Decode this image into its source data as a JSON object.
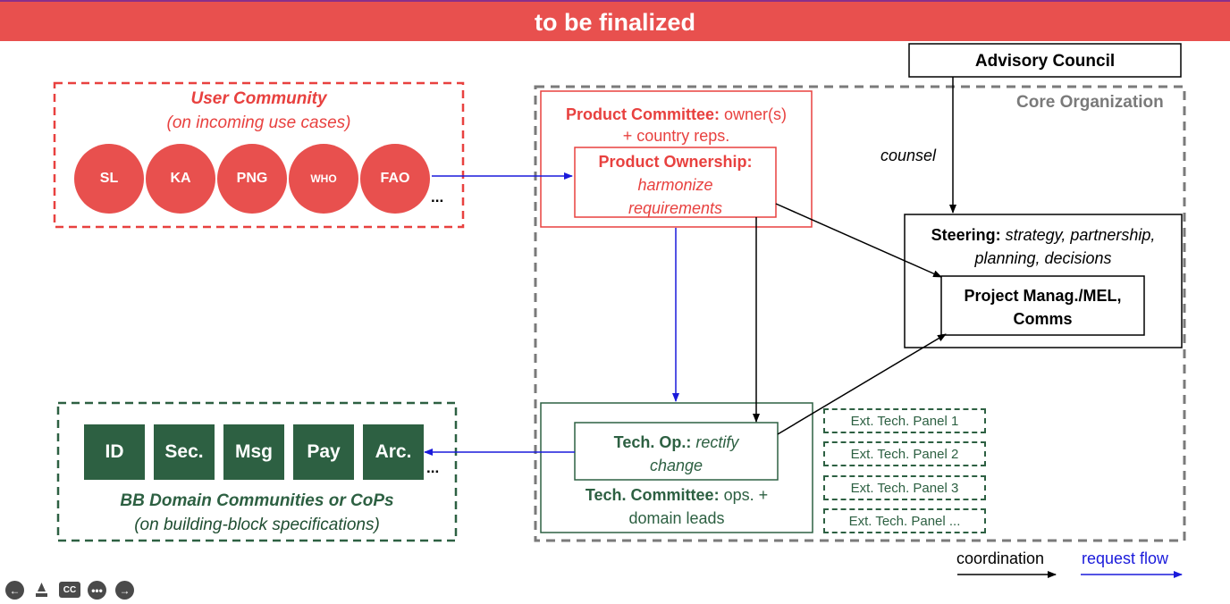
{
  "banner": {
    "title": "to be finalized"
  },
  "user_community": {
    "title": "User Community",
    "subtitle": "(on incoming use cases)",
    "members": [
      "SL",
      "KA",
      "PNG",
      "WHO",
      "FAO"
    ],
    "more": "..."
  },
  "advisory_council": {
    "label": "Advisory Council"
  },
  "core_org": {
    "label": "Core Organization"
  },
  "product_committee": {
    "bold": "Product Committee:",
    "rest1": " owner(s)",
    "line2": "+ country reps."
  },
  "product_ownership": {
    "bold": "Product Ownership:",
    "line2": "harmonize",
    "line3": "requirements"
  },
  "counsel": {
    "label": "counsel"
  },
  "steering": {
    "bold": "Steering:",
    "rest1": " strategy, partnership,",
    "line2": "planning, decisions"
  },
  "project_mgmt": {
    "line1": "Project Manag./MEL,",
    "line2": "Comms"
  },
  "bb_communities": {
    "domains": [
      "ID",
      "Sec.",
      "Msg",
      "Pay",
      "Arc."
    ],
    "more": "...",
    "title": "BB Domain Communities or CoPs",
    "subtitle": "(on building-block specifications)"
  },
  "tech_op": {
    "bold": "Tech. Op.:",
    "rest1": " rectify",
    "line2": "change"
  },
  "tech_committee": {
    "bold": "Tech. Committee:",
    "rest1": " ops. +",
    "line2": "domain leads"
  },
  "ext_panels": [
    "Ext. Tech. Panel  1",
    "Ext. Tech. Panel  2",
    "Ext. Tech. Panel  3",
    "Ext. Tech. Panel ..."
  ],
  "legend": {
    "coordination": "coordination",
    "request_flow": "request flow"
  },
  "colors": {
    "banner": "#e8504e",
    "red": "#e8413f",
    "green": "#2d6042",
    "blue": "#1a1adb",
    "grey": "#7a7a7a"
  },
  "nav_icons": [
    "back-icon",
    "pointer-icon",
    "captions-icon",
    "more-icon",
    "forward-icon"
  ]
}
